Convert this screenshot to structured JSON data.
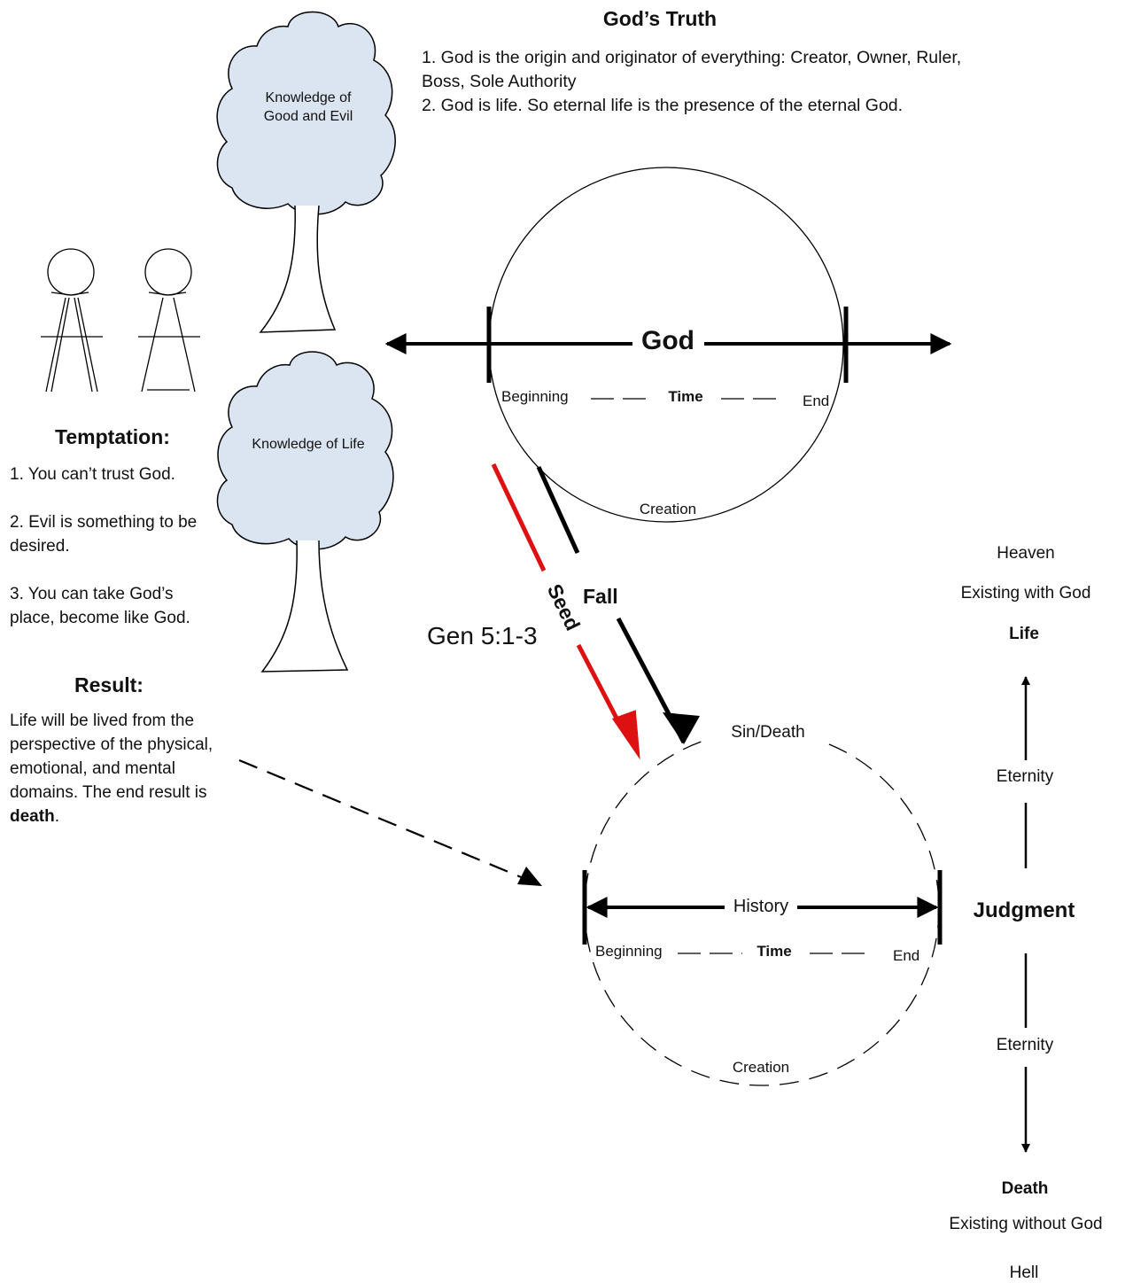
{
  "gods_truth": {
    "title": "God’s Truth",
    "point1": "1. God is the origin and originator of everything: Creator, Owner, Ruler, Boss, Sole Authority",
    "point2": "2. God is life. So eternal life is the presence of the eternal God."
  },
  "trees": {
    "top_label": "Knowledge of Good and Evil",
    "bottom_label": "Knowledge of Life"
  },
  "temptation": {
    "title": "Temptation:",
    "items": [
      "1. You can’t trust God.",
      "2. Evil is something to be desired.",
      "3. You can take God’s place, become like God."
    ]
  },
  "result": {
    "title": "Result:",
    "text_before": "Life will be lived from the perspective of the physical, emotional, and mental domains. The end result is ",
    "text_bold": "death",
    "text_after": "."
  },
  "god_circle": {
    "center_label": "God",
    "beginning": "Beginning",
    "time": "Time",
    "end": "End",
    "creation": "Creation"
  },
  "arrows": {
    "fall": "Fall",
    "seed": "Seed",
    "reference": "Gen 5:1-3"
  },
  "history_circle": {
    "top_label": "Sin/Death",
    "center_label": "History",
    "beginning": "Beginning",
    "time": "Time",
    "end": "End",
    "creation": "Creation"
  },
  "judgment": {
    "label": "Judgment",
    "up": {
      "heaven": "Heaven",
      "existing": "Existing with God",
      "life": "Life",
      "eternity": "Eternity"
    },
    "down": {
      "eternity": "Eternity",
      "death": "Death",
      "existing": "Existing without God",
      "hell": "Hell"
    }
  },
  "colors": {
    "seed_arrow": "#dd1111",
    "tree_canopy": "#dbe5f1",
    "line": "#000000"
  }
}
